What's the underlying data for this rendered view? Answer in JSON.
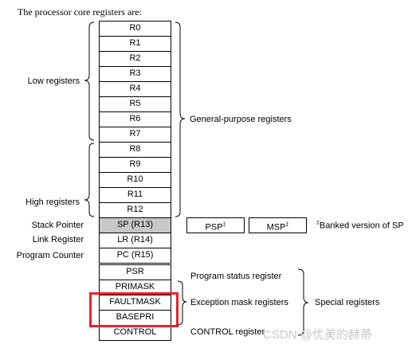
{
  "intro": "The processor core registers are:",
  "registers": {
    "general": [
      "R0",
      "R1",
      "R2",
      "R3",
      "R4",
      "R5",
      "R6",
      "R7",
      "R8",
      "R9",
      "R10",
      "R11",
      "R12"
    ],
    "sp": "SP (R13)",
    "lr": "LR (R14)",
    "pc": "PC (R15)",
    "psp": "PSP",
    "msp": "MSP",
    "banked_mark": "‡",
    "special": [
      "PSR",
      "PRIMASK",
      "FAULTMASK",
      "BASEPRI",
      "CONTROL"
    ]
  },
  "labels": {
    "low_registers": "Low registers",
    "high_registers": "High registers",
    "stack_pointer": "Stack Pointer",
    "link_register": "Link Register",
    "program_counter": "Program Counter",
    "general_purpose": "General-purpose registers",
    "banked_note": "Banked version of SP",
    "program_status": "Program status register",
    "exception_mask": "Exception mask registers",
    "control_register": "CONTROL register",
    "special_registers": "Special registers"
  },
  "highlight_color": "#e8232a",
  "watermark": "CSDN @优美的赫蒂"
}
